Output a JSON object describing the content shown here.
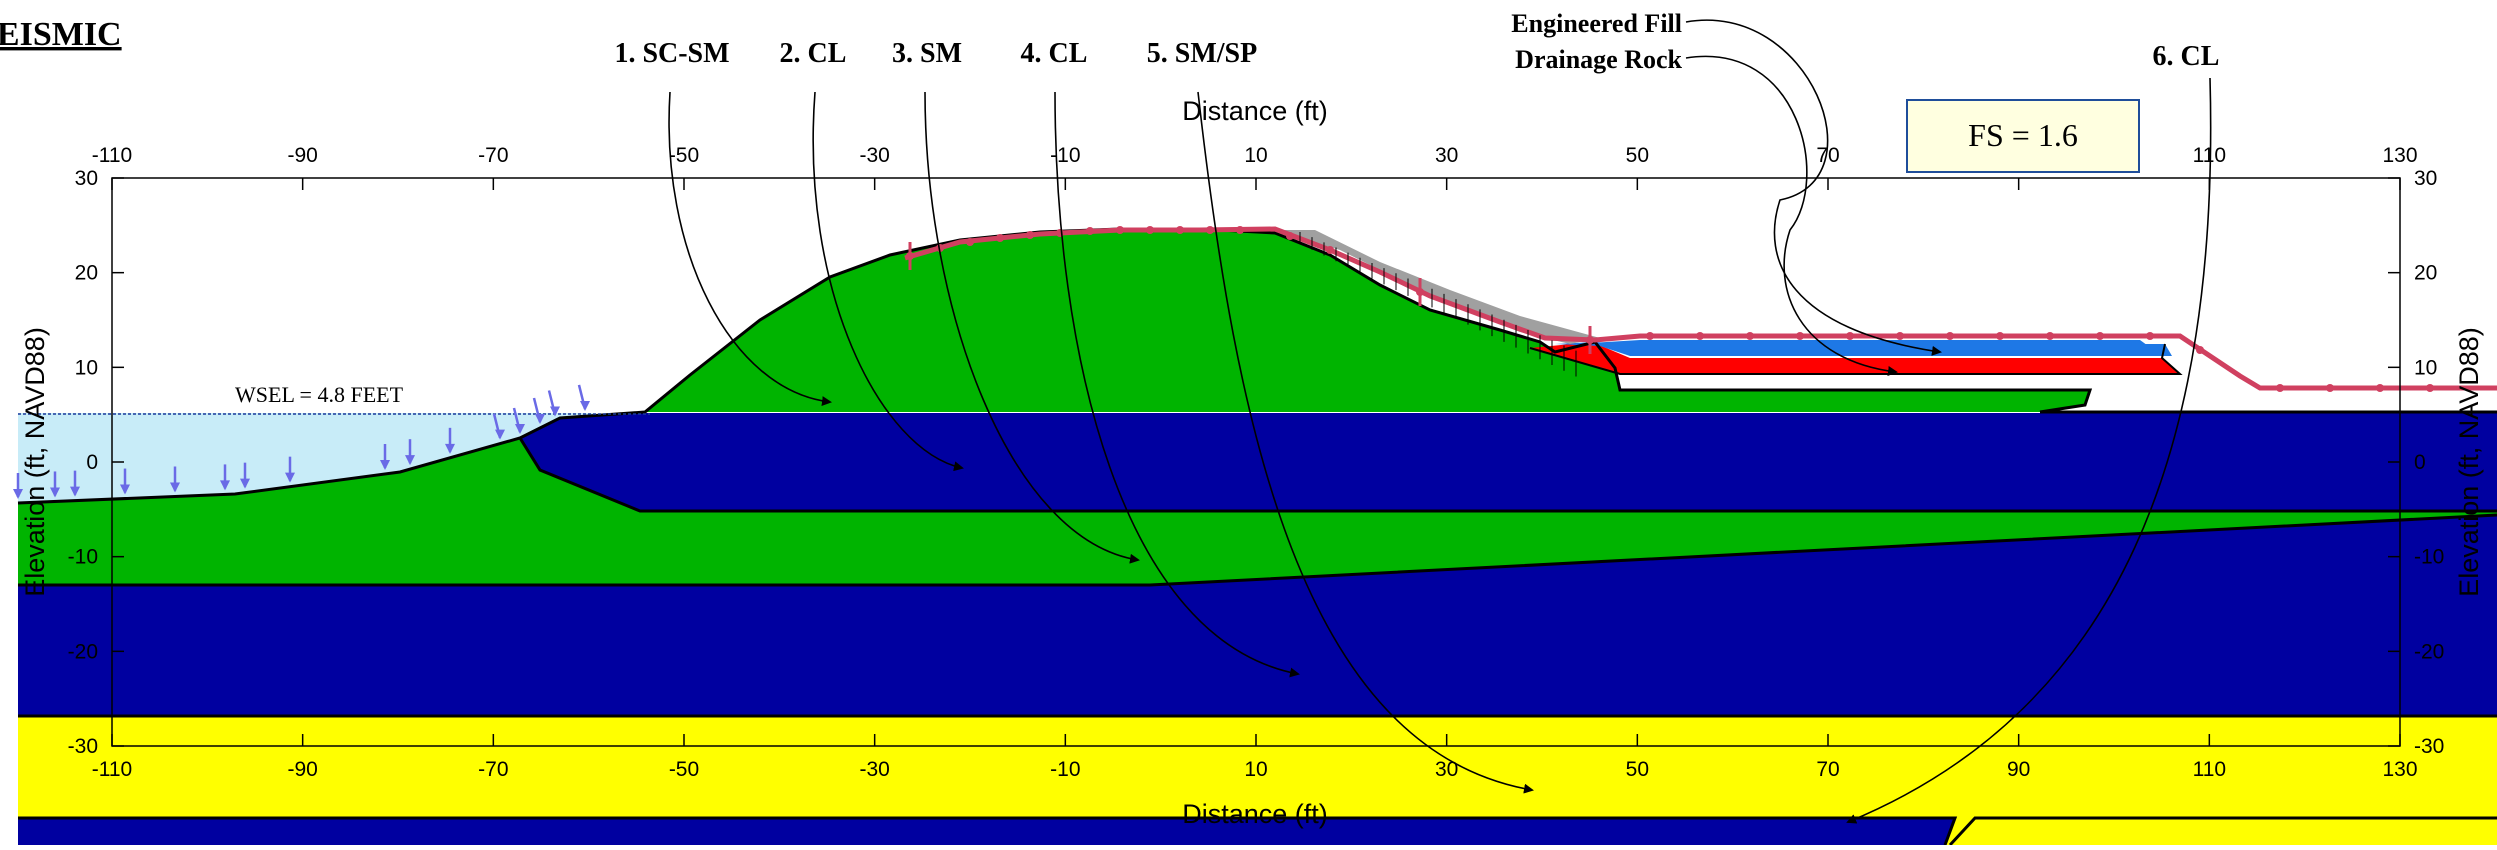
{
  "title": "SEISMIC",
  "materials": [
    {
      "label": "1. SC-SM",
      "color": "#00b400"
    },
    {
      "label": "2. CL",
      "color": "#0000a0"
    },
    {
      "label": "3. SM",
      "color": "#00b400"
    },
    {
      "label": "4. CL",
      "color": "#0000a0"
    },
    {
      "label": "5. SM/SP",
      "color": "#ffff00"
    },
    {
      "label": "6. CL",
      "color": "#0000a0"
    }
  ],
  "fill_labels": {
    "engineered_fill": "Engineered Fill",
    "drainage_rock": "Drainage Rock"
  },
  "fill_colors": {
    "engineered_fill": "#1e78e6",
    "drainage_rock": "#ff0000",
    "water": "#c8ecf8",
    "slip_mass": "#a0a0a0",
    "slip_surface": "#d04060",
    "load_arrow": "#6a6ae6"
  },
  "factor_of_safety": "FS = 1.6",
  "wsel_label": "WSEL = 4.8 FEET",
  "axes": {
    "x_label": "Distance (ft)",
    "y_label": "Elevation (ft, NAVD88)",
    "x_ticks": [
      "-110",
      "-90",
      "-70",
      "-50",
      "-30",
      "-10",
      "10",
      "30",
      "50",
      "70",
      "90",
      "110",
      "130"
    ],
    "y_ticks": [
      "30",
      "20",
      "10",
      "0",
      "-10",
      "-20",
      "-30"
    ]
  }
}
